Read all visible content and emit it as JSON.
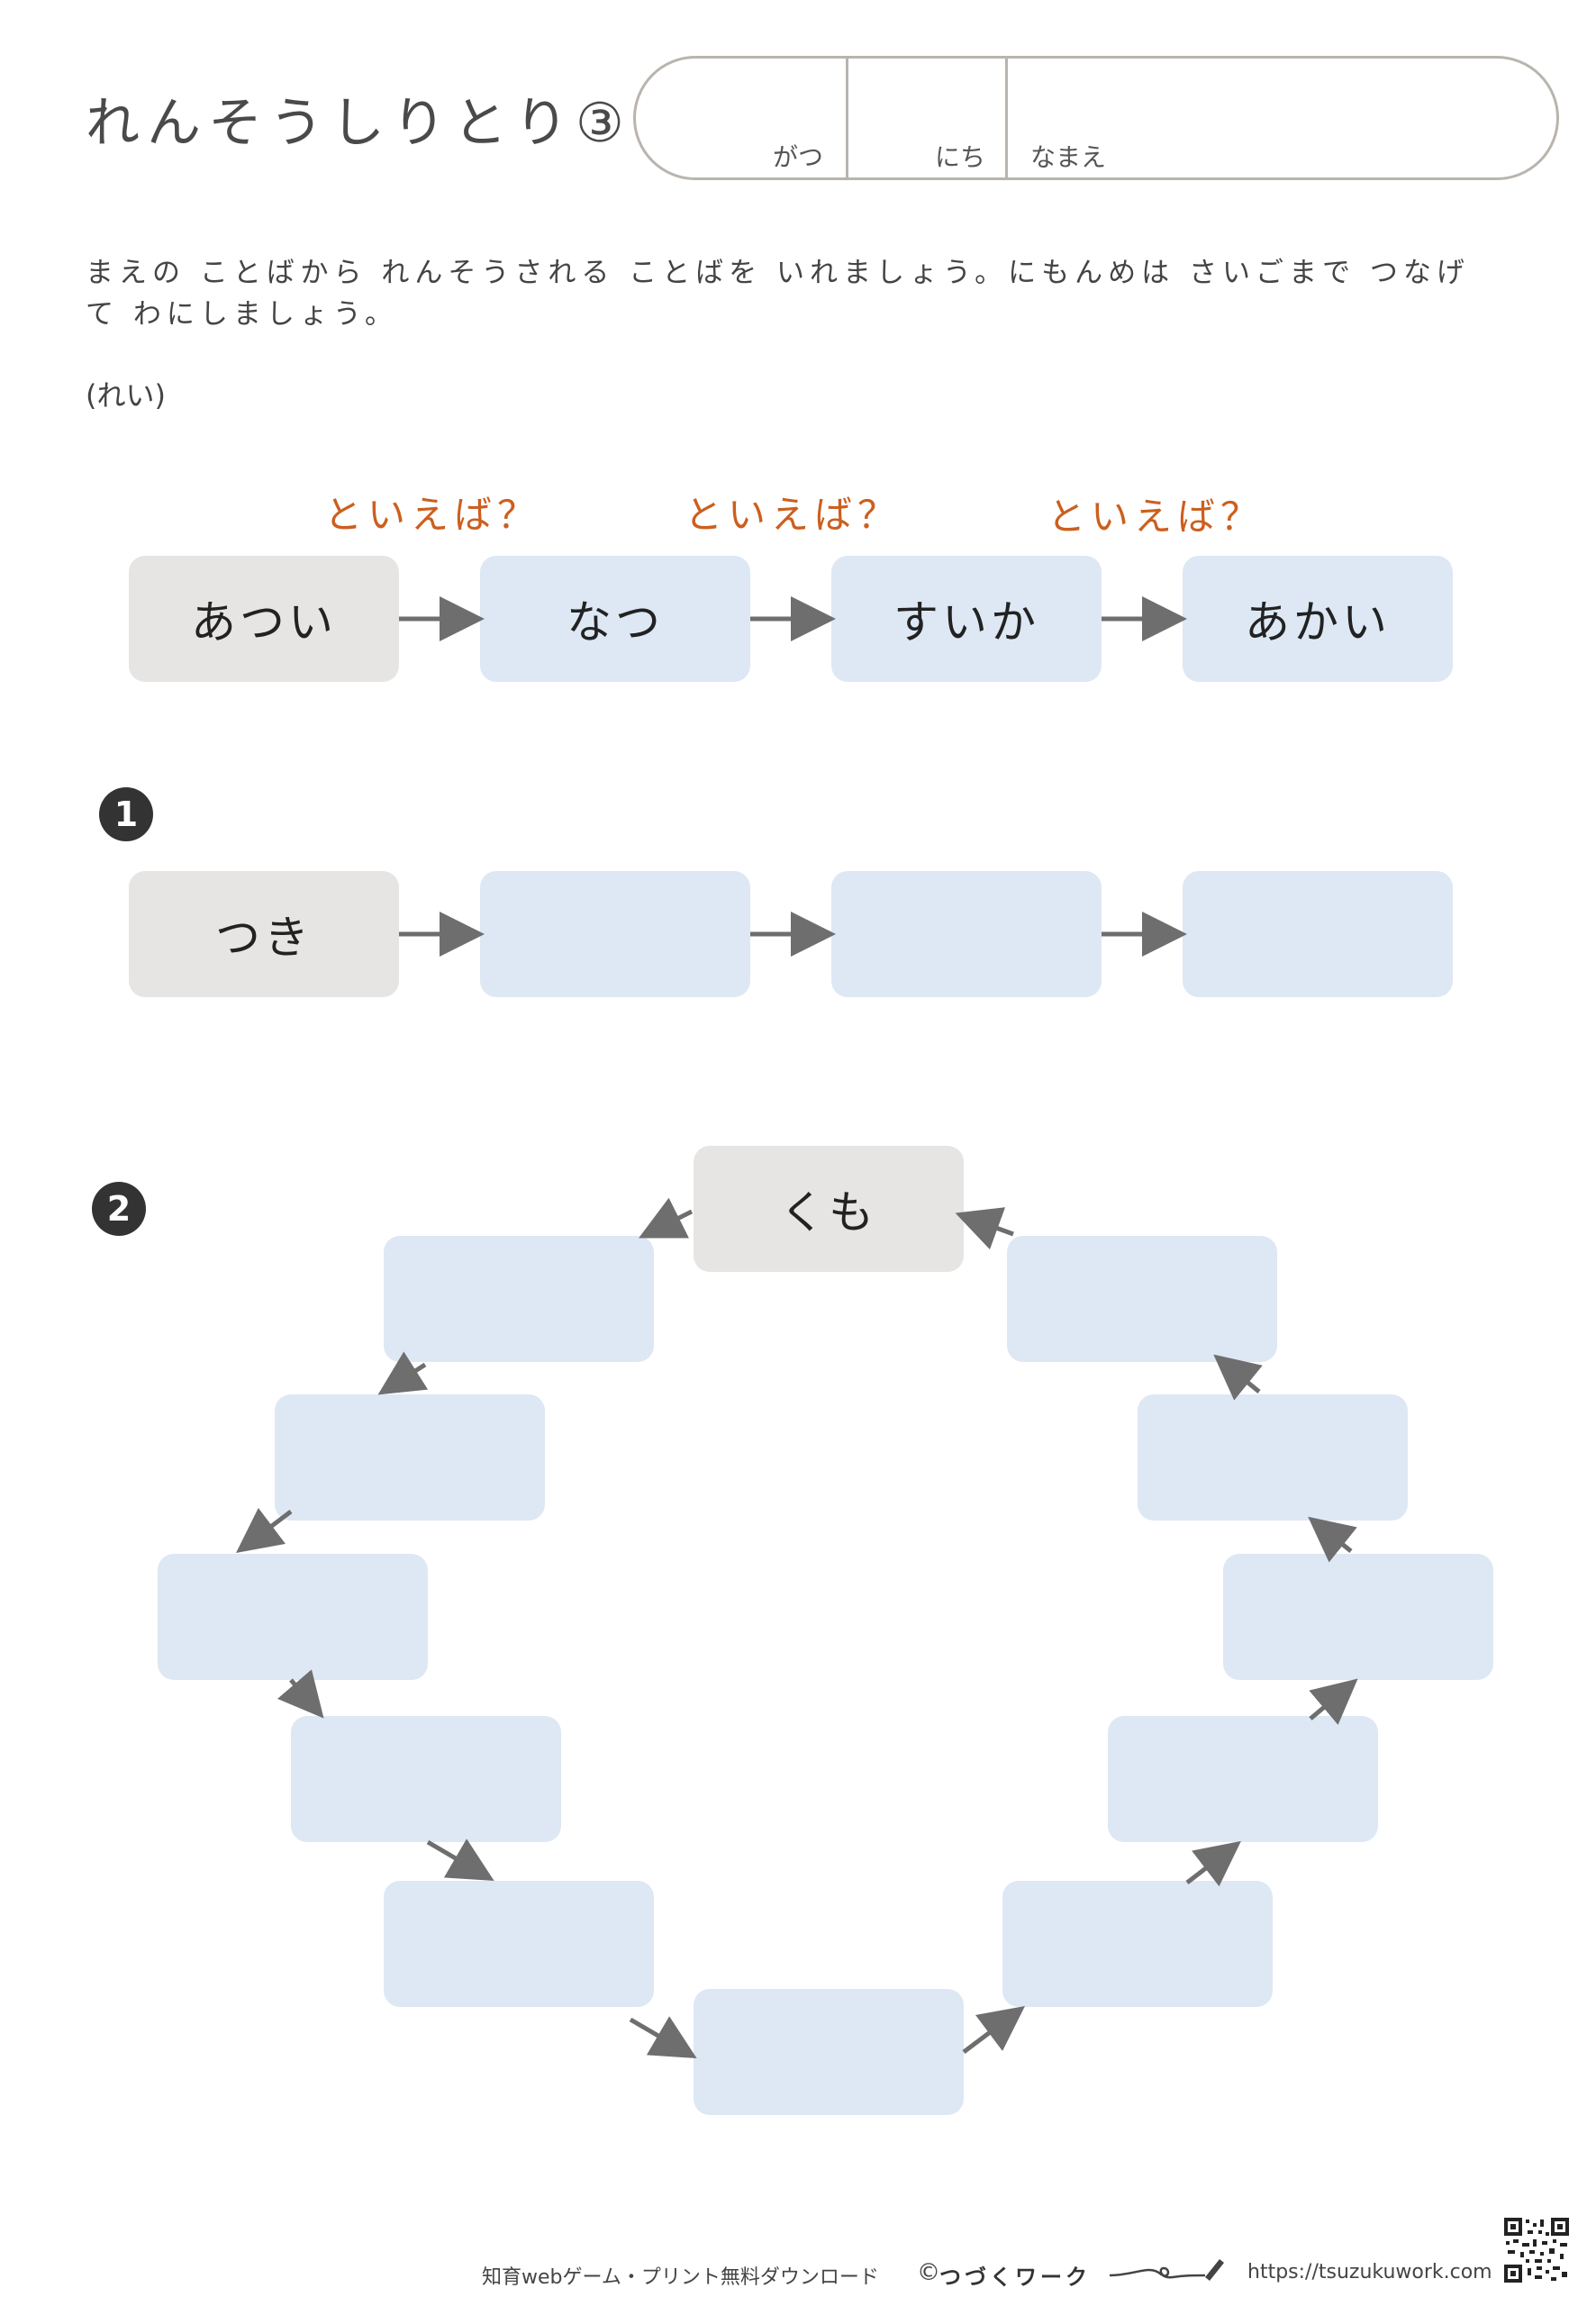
{
  "header": {
    "title": "れんそうしりとり③",
    "date_fields": {
      "month_label": "がつ",
      "day_label": "にち",
      "name_label": "なまえ"
    }
  },
  "instructions": "まえの ことばから れんそうされる ことばを いれましょう。にもんめは さいごまで つなげて わにしましょう。",
  "example": {
    "tag": "(れい)",
    "prompts": [
      "といえば？",
      "といえば？",
      "といえば？"
    ],
    "words": [
      "あつい",
      "なつ",
      "すいか",
      "あかい"
    ]
  },
  "q1": {
    "number": "1",
    "start_word": "つき",
    "blanks": [
      "",
      "",
      ""
    ]
  },
  "q2": {
    "number": "2",
    "start_word": "くも",
    "blanks": [
      "",
      "",
      "",
      "",
      "",
      "",
      "",
      "",
      "",
      "",
      "",
      ""
    ]
  },
  "footer": {
    "text": "知育webゲーム・プリント無料ダウンロード",
    "copyright": "©",
    "brand": "つづくワーク",
    "url": "https://tsuzukuwork.com",
    "qr_icon": "qr-code-icon",
    "pen_icon": "pencil-icon"
  },
  "colors": {
    "start_box": "#e6e5e3",
    "blank_box": "#dde8f4",
    "prompt_text": "#cc5f1e",
    "arrow": "#6e6e6e"
  }
}
